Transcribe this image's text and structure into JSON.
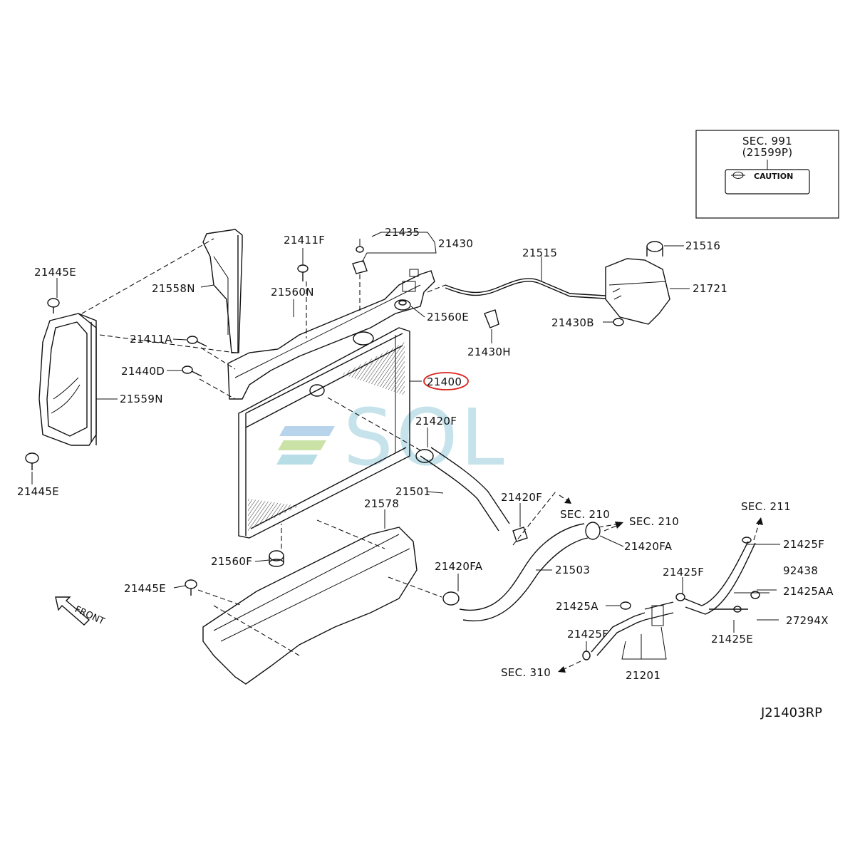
{
  "diagram_id": "J21403RP",
  "caution_box": {
    "title": "SEC. 991",
    "subtitle": "(21599P)",
    "label_text": "CAUTION"
  },
  "watermark": "SOL",
  "front_label": "FRONT",
  "highlight_color": "#d9221c",
  "watermark_color": "#b9dde8",
  "parts": {
    "p21445E_top": "21445E",
    "p21558N": "21558N",
    "p21411F": "21411F",
    "p21435": "21435",
    "p21430": "21430",
    "p21515": "21515",
    "p21516": "21516",
    "p21721": "21721",
    "p21560N": "21560N",
    "p21560E": "21560E",
    "p21430B": "21430B",
    "p21430H": "21430H",
    "p21411A": "21411A",
    "p21440D": "21440D",
    "p21400": "21400",
    "p21559N": "21559N",
    "p21420F_a": "21420F",
    "p21445E_left": "21445E",
    "p21501": "21501",
    "p21578": "21578",
    "p21420F_b": "21420F",
    "sec210_a": "SEC. 210",
    "sec210_b": "SEC. 210",
    "sec211": "SEC. 211",
    "p21420FA_a": "21420FA",
    "p21425F_a": "21425F",
    "p21560F": "21560F",
    "p21420FA_b": "21420FA",
    "p21503": "21503",
    "p21425F_b": "21425F",
    "p92438": "92438",
    "p21445E_bottom": "21445E",
    "p21425AA": "21425AA",
    "p21425A": "21425A",
    "p27294X": "27294X",
    "p21425F_c": "21425F",
    "p21425E": "21425E",
    "sec310": "SEC. 310",
    "p21201": "21201"
  }
}
